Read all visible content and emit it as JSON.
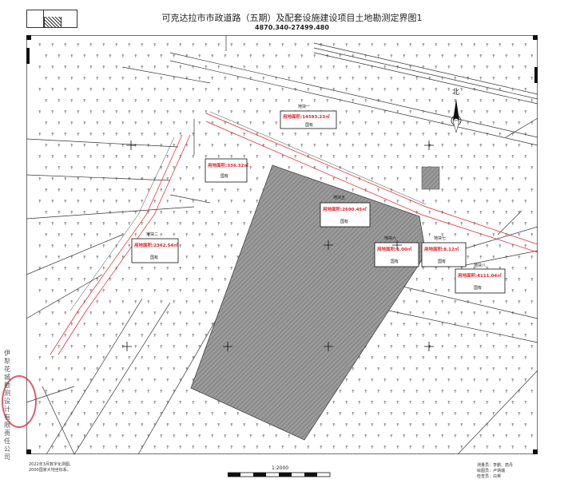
{
  "title": "可克达拉市市政道路（五期）及配套设施建设项目土地勘测定界图1",
  "sheet_no": "4870.340-27499.480",
  "north_label": "北",
  "scale": "1:2000",
  "survey_note": [
    "2022年3月数字化测图。",
    "2000国家大地坐标系。"
  ],
  "staff": [
    "测量员：李鹏、唐丹",
    "绘图员：卢炳瑞",
    "检查员：白英"
  ],
  "side_org": "伊犁花城勘测设计有限责任公司",
  "colors": {
    "boundary": "#e0202a",
    "parcel_fill": "#8a8a8a",
    "line": "#333333"
  },
  "parcels": [
    {
      "area": "用地面积:14593.23㎡",
      "class": "国有",
      "tag": "地块一"
    },
    {
      "area": "用地面积:336.32㎡",
      "class": "国有",
      "tag": ""
    },
    {
      "area": "用地面积:2690.45㎡",
      "class": "国有",
      "tag": "地块五"
    },
    {
      "area": "用地面积:1.00㎡",
      "class": "国有",
      "tag": "地块六"
    },
    {
      "area": "用地面积:8.12㎡",
      "class": "国有",
      "tag": "地块七"
    },
    {
      "area": "用地面积:4111.04㎡",
      "class": "国有",
      "tag": "地块八"
    },
    {
      "area": "用地面积:2362.54㎡",
      "class": "国有",
      "tag": "地块二"
    }
  ]
}
